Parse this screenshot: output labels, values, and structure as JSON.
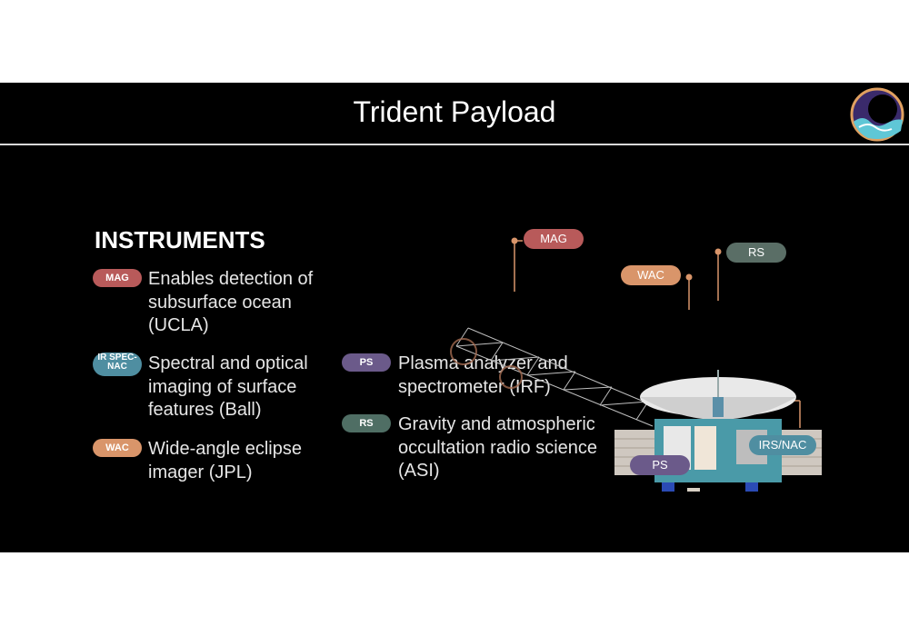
{
  "slide": {
    "title": "Trident Payload",
    "heading": "INSTRUMENTS"
  },
  "instruments_left": [
    {
      "tag": "MAG",
      "description": "Enables detection of subsurface ocean (UCLA)",
      "color": "#b85a5a"
    },
    {
      "tag": "IR SPEC-NAC",
      "description": "Spectral and optical imaging of surface features (Ball)",
      "color": "#4f8ea1"
    },
    {
      "tag": "WAC",
      "description": "Wide-angle eclipse imager (JPL)",
      "color": "#d9956a"
    }
  ],
  "instruments_right": [
    {
      "tag": "PS",
      "description": "Plasma analyzer and spectrometer (IRF)",
      "color": "#6b5a8a"
    },
    {
      "tag": "RS",
      "description": "Gravity and atmospheric occultation radio science (ASI)",
      "color": "#4f6e64"
    }
  ],
  "diagram_labels": {
    "mag": "MAG",
    "wac": "WAC",
    "rs": "RS",
    "ps": "PS",
    "irs_nac": "IRS/NAC"
  },
  "colors": {
    "background": "#000000",
    "leader_line": "#d9956a"
  }
}
